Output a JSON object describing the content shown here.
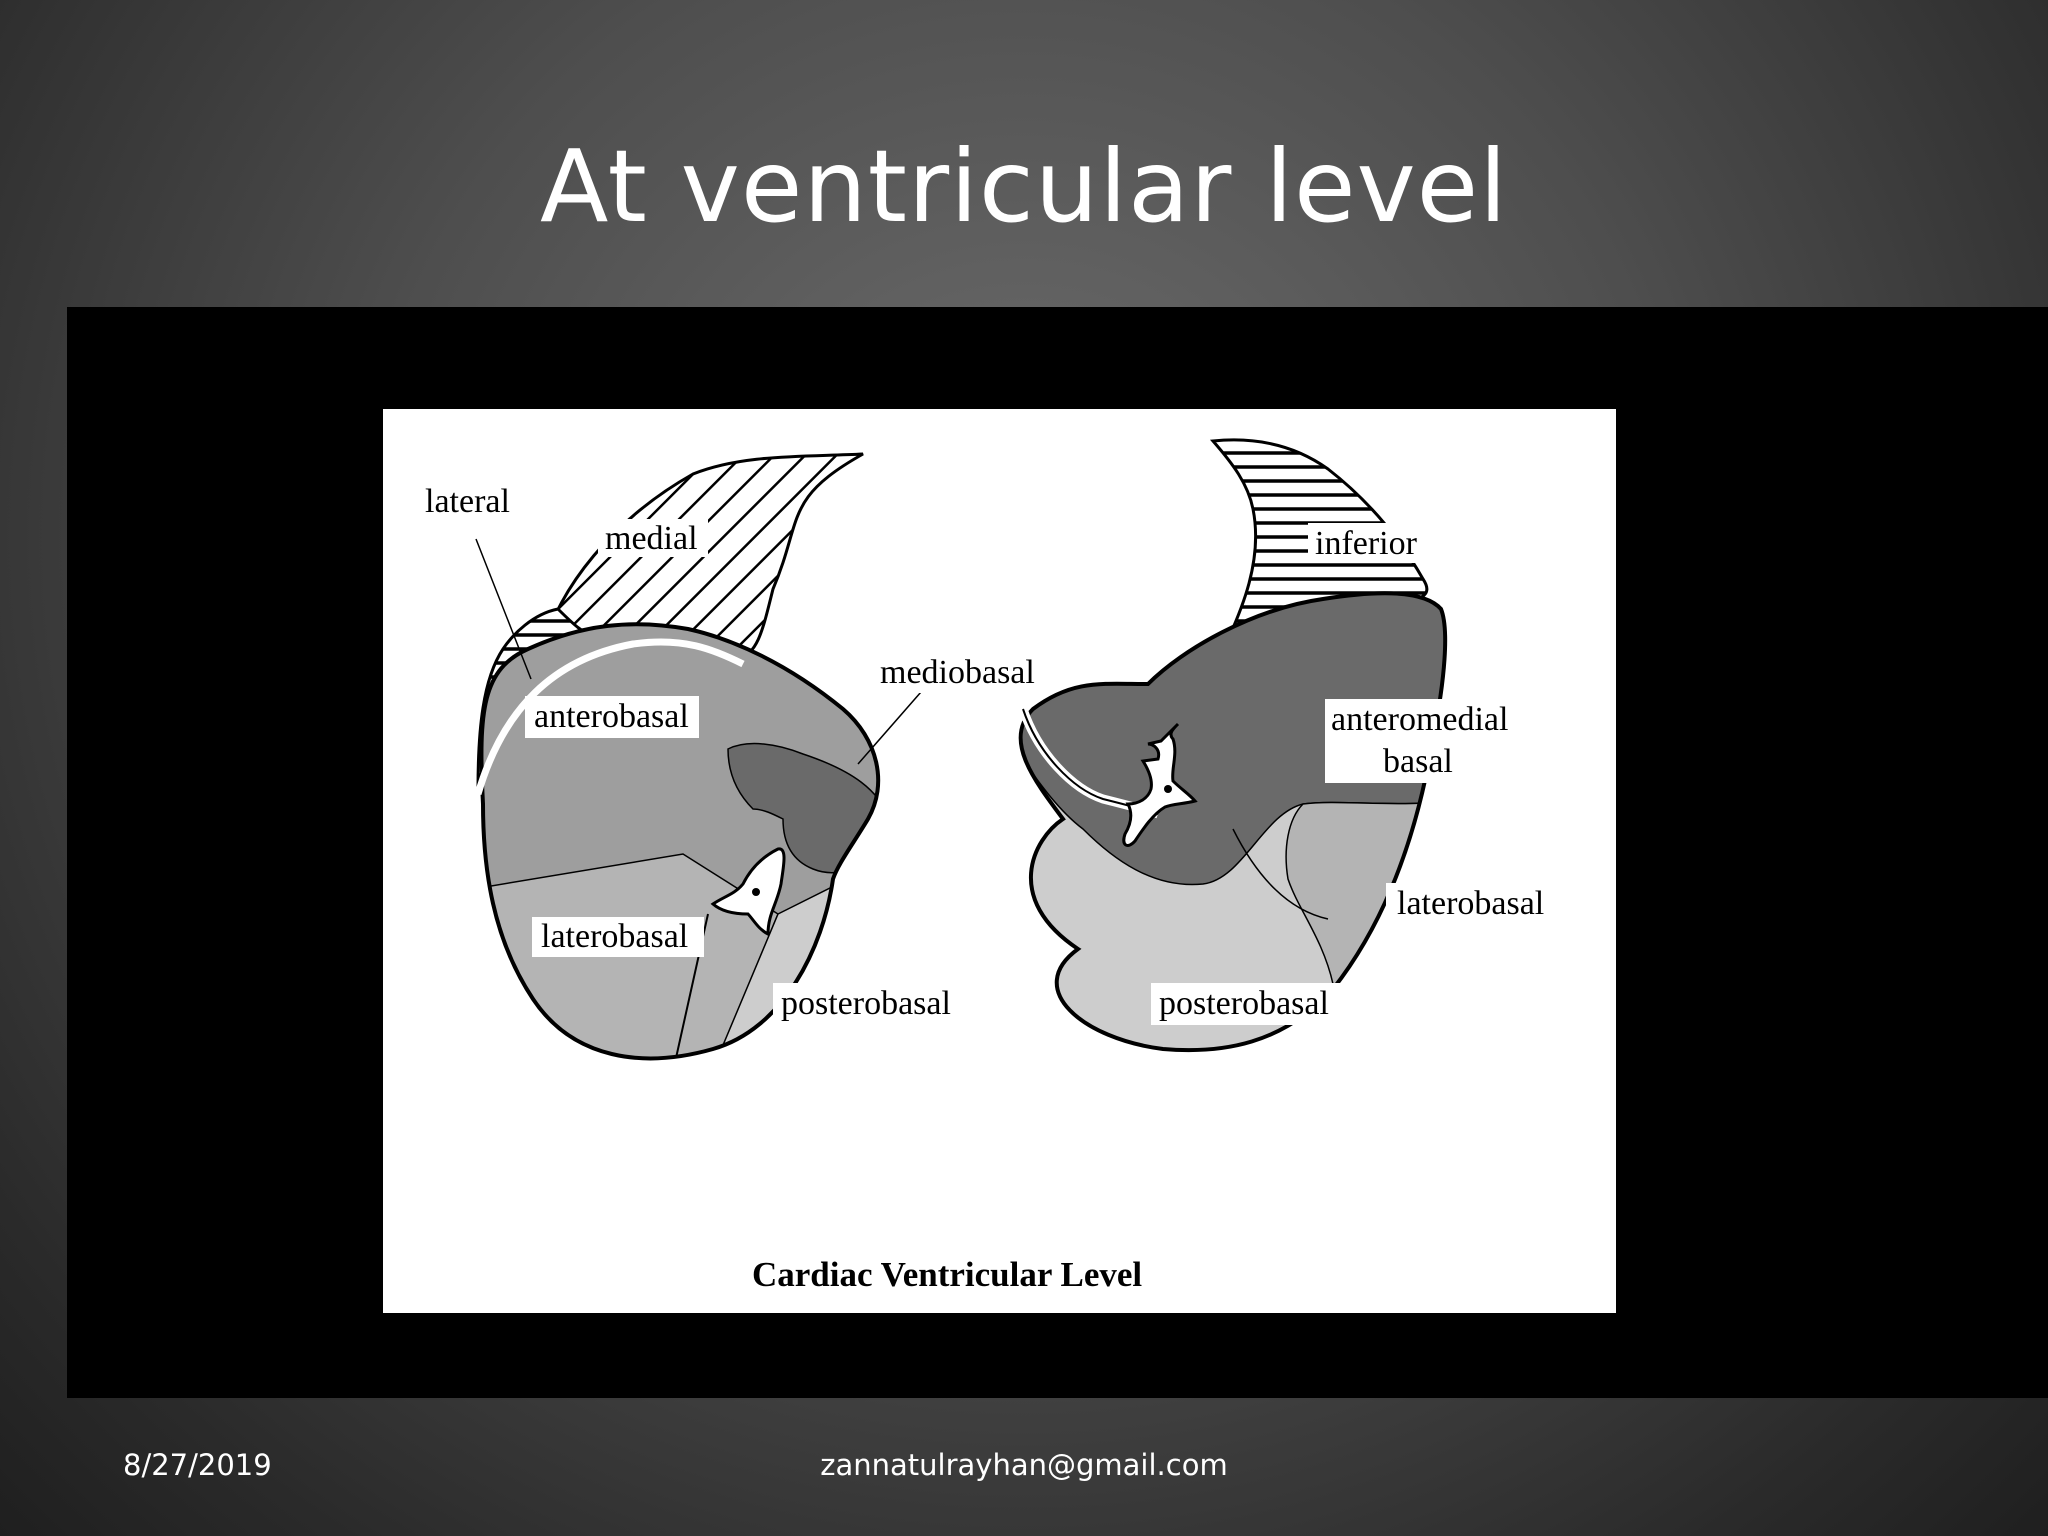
{
  "slide": {
    "title": "At ventricular level",
    "footer_date": "8/27/2019",
    "footer_email": "zannatulrayhan@gmail.com"
  },
  "diagram": {
    "caption": "Cardiac Ventricular Level",
    "left_lung": {
      "lateral": "lateral",
      "medial": "medial",
      "mediobasal": "mediobasal",
      "anterobasal": "anterobasal",
      "laterobasal": "laterobasal",
      "posterobasal": "posterobasal"
    },
    "right_lung": {
      "inferior": "inferior",
      "anteromedial_line1": "anteromedial",
      "anteromedial_line2": "basal",
      "laterobasal": "laterobasal",
      "posterobasal": "posterobasal"
    },
    "colors": {
      "dark_segment": "#6a6a6a",
      "mid_segment": "#9e9e9e",
      "light_mid_segment": "#b4b4b4",
      "light_segment": "#cdcdcd",
      "outline": "#000000"
    }
  }
}
